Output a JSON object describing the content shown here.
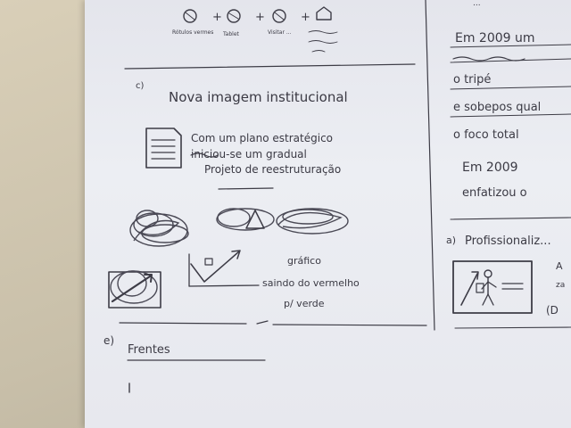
{
  "left_page": {
    "top_formula": {
      "term_labels": [
        "Rótulos vermes",
        "Tablet",
        "Visitar ..."
      ]
    },
    "section_c": {
      "marker": "c)",
      "title": "Nova imagem institucional",
      "text_lines": [
        "Com um plano estratégico",
        "iniciou-se um gradual",
        "Projeto de reestruturação"
      ],
      "chart_labels": [
        "gráfico",
        "saindo do vermelho",
        "p/ verde"
      ]
    },
    "section_e": {
      "marker": "e)",
      "title": "Frentes"
    }
  },
  "right_page": {
    "text_lines": [
      "Em 2009 um",
      "o tripé",
      "e sobepos qual",
      "o foco total",
      "Em 2009",
      "enfatizou o"
    ],
    "section_a": {
      "marker": "a)",
      "title": "Profissionaliz..."
    }
  }
}
